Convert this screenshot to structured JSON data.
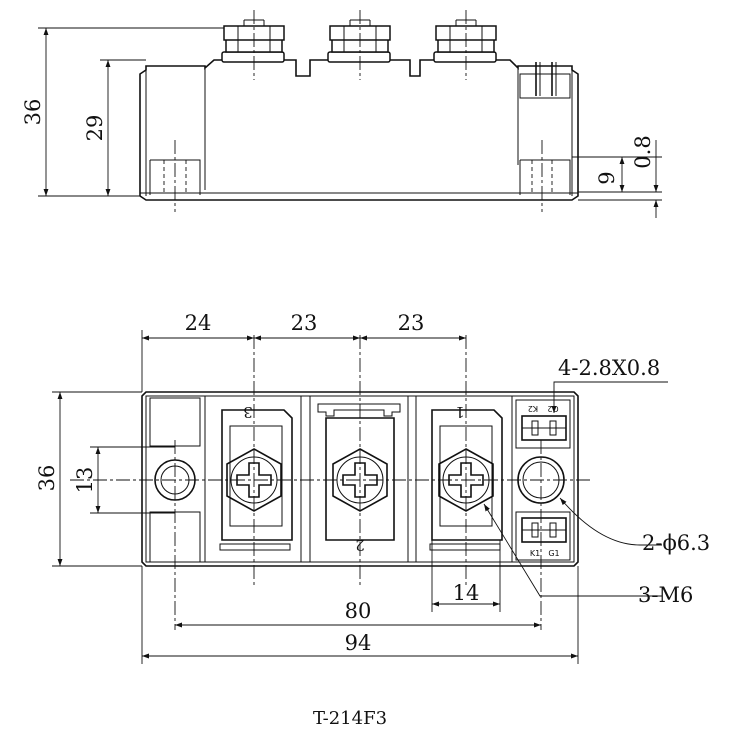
{
  "side_view": {
    "dim_total_height": "36",
    "dim_body_height": "29",
    "dim_base_step": "0.8",
    "dim_terminal_height": "9"
  },
  "top_view": {
    "dim_pitch_1": "24",
    "dim_pitch_2": "23",
    "dim_pitch_3": "23",
    "dim_width": "36",
    "dim_hole_span": "13",
    "dim_mount_distance": "80",
    "dim_overall_length": "94",
    "dim_terminal_width": "14",
    "terminal_1": "1",
    "terminal_2": "2",
    "terminal_3": "3",
    "callout_tabs": "4-2.8X0.8",
    "callout_holes": "2-ϕ6.3",
    "callout_screws": "3-M6",
    "pin_k2": "K2",
    "pin_g2": "G2",
    "pin_k1": "K1",
    "pin_g1": "G1"
  },
  "caption": "T-214F3"
}
